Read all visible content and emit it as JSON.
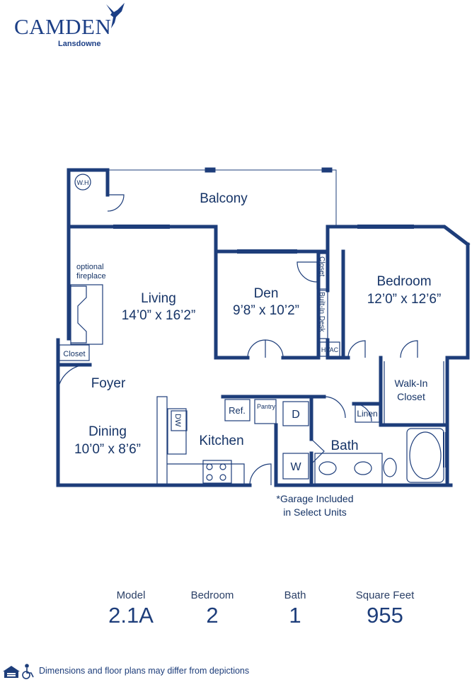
{
  "brand": {
    "name": "Camden",
    "community": "Lansdowne"
  },
  "rooms": {
    "wh": "W.H",
    "balcony": "Balcony",
    "optional_fireplace_1": "optional",
    "optional_fireplace_2": "fireplace",
    "living": "Living",
    "living_dim": "14’0” x 16’2”",
    "den": "Den",
    "den_dim": "9’8” x 10’2”",
    "closet_den": "Closet",
    "built_in_desk": "Built-In Desk",
    "hvac": "HVAC",
    "bedroom": "Bedroom",
    "bedroom_dim": "12’0” x 12’6”",
    "closet_foyer": "Closet",
    "foyer": "Foyer",
    "walk_in_1": "Walk-In",
    "walk_in_2": "Closet",
    "dining": "Dining",
    "dining_dim": "10’0” x 8’6”",
    "dw": "DW",
    "ref": "Ref.",
    "pantry": "Pantry",
    "kitchen": "Kitchen",
    "dryer": "D",
    "washer": "W",
    "linen": "Linen",
    "bath": "Bath"
  },
  "note": {
    "line1": "*Garage Included",
    "line2": "in Select Units"
  },
  "stats": {
    "model_label": "Model",
    "model_value": "2.1A",
    "bedroom_label": "Bedroom",
    "bedroom_value": "2",
    "bath_label": "Bath",
    "bath_value": "1",
    "sqft_label": "Square Feet",
    "sqft_value": "955"
  },
  "footer": {
    "disclaimer": "Dimensions and floor plans may differ from depictions"
  },
  "colors": {
    "wall": "#1d3d7a",
    "text": "#163467"
  }
}
